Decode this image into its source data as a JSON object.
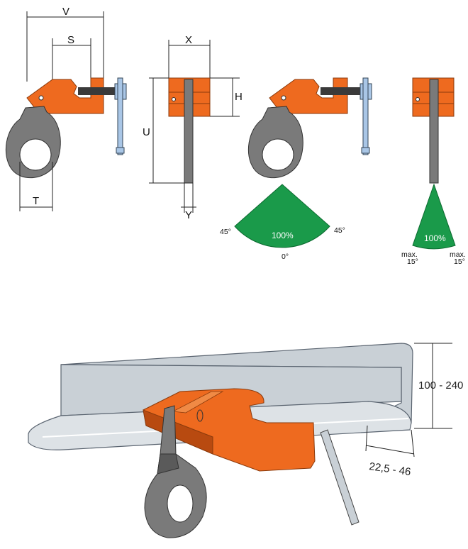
{
  "labels": {
    "v": "V",
    "s": "S",
    "t": "T",
    "x": "X",
    "h": "H",
    "u": "U",
    "y": "Y",
    "left_angle": "45°",
    "right_angle": "45°",
    "zero_angle": "0°",
    "load_pct_front": "100%",
    "load_pct_side": "100%",
    "max_left_1": "max.",
    "max_left_2": "15°",
    "max_right_1": "max.",
    "max_right_2": "15°",
    "flange_height": "100 - 240",
    "flange_thickness": "22,5 - 46"
  },
  "colors": {
    "clamp_orange": "#ee6a1f",
    "clamp_dark": "#b84a10",
    "eye_gray": "#7a7a7a",
    "eye_dark": "#4a4a4a",
    "screw_blue": "#a9c6e6",
    "zone_green": "#1a9a4a",
    "beam_steel": "#c9d0d6"
  }
}
